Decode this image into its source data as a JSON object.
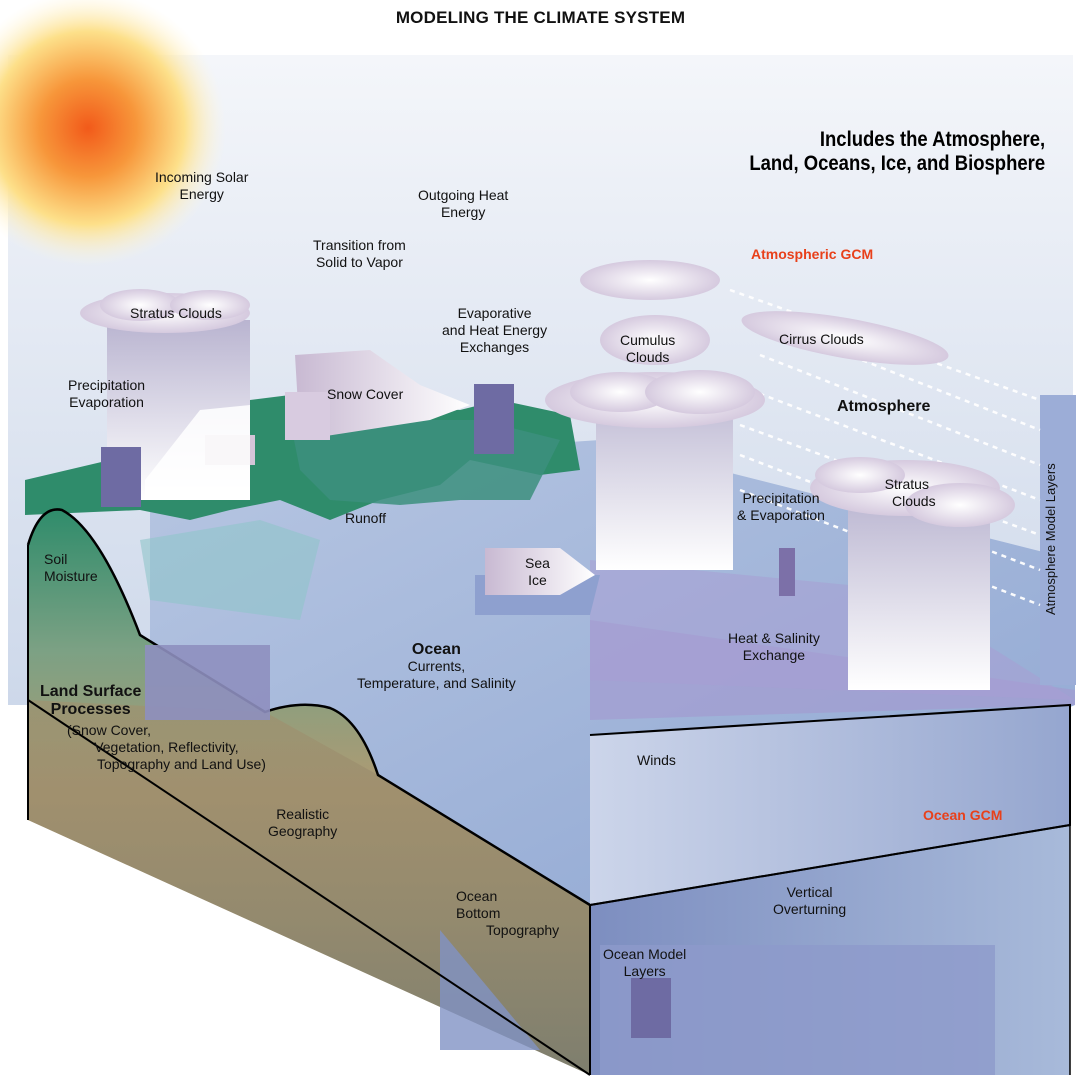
{
  "title": "MODELING THE CLIMATE SYSTEM",
  "headline": {
    "line1": "Includes the Atmosphere,",
    "line2": "Land, Oceans, Ice, and Biosphere"
  },
  "labels": {
    "incoming_solar": [
      "Incoming Solar",
      "Energy"
    ],
    "outgoing_heat": [
      "Outgoing Heat",
      "Energy"
    ],
    "transition": [
      "Transition from",
      "Solid to Vapor"
    ],
    "atmospheric_gcm": "Atmospheric GCM",
    "stratus_clouds_left": "Stratus Clouds",
    "evaporative": [
      "Evaporative",
      "and Heat Energy",
      "Exchanges"
    ],
    "cumulus": [
      "Cumulus",
      "Clouds"
    ],
    "cirrus": "Cirrus Clouds",
    "precip_evap_left": [
      "Precipitation",
      "Evaporation"
    ],
    "snow_cover": "Snow Cover",
    "atmosphere": "Atmosphere",
    "stratus_clouds_right": [
      "Stratus",
      "Clouds"
    ],
    "precip_evap_right": [
      "Precipitation",
      "& Evaporation"
    ],
    "runoff": "Runoff",
    "soil_moisture": [
      "Soil",
      "Moisture"
    ],
    "sea_ice": [
      "Sea",
      "Ice"
    ],
    "ocean_title": "Ocean",
    "ocean_sub": [
      "Currents,",
      "Temperature, and Salinity"
    ],
    "heat_salinity": [
      "Heat & Salinity",
      "Exchange"
    ],
    "land_surface_title": [
      "Land Surface",
      "Processes"
    ],
    "land_surface_sub": [
      "(Snow Cover,",
      "Vegetation, Reflectivity,",
      "Topography and Land Use)"
    ],
    "winds": "Winds",
    "ocean_gcm": "Ocean GCM",
    "realistic_geography": [
      "Realistic",
      "Geography"
    ],
    "vertical_overturning": [
      "Vertical",
      "Overturning"
    ],
    "ocean_bottom": [
      "Ocean",
      "Bottom",
      "Topography"
    ],
    "ocean_model_layers": [
      "Ocean Model",
      "Layers"
    ],
    "atmosphere_model_layers": "Atmosphere Model Layers"
  },
  "colors": {
    "sun_core": "#f26b1f",
    "sun_glow": "#ffe9a0",
    "sky": "#dfe6f2",
    "ocean": "#9fb4d8",
    "land_green": "#2f8c6b",
    "land_tan": "#b09a72",
    "model_layers": "#7a7ab0",
    "gcm_red": "#e8401a"
  }
}
